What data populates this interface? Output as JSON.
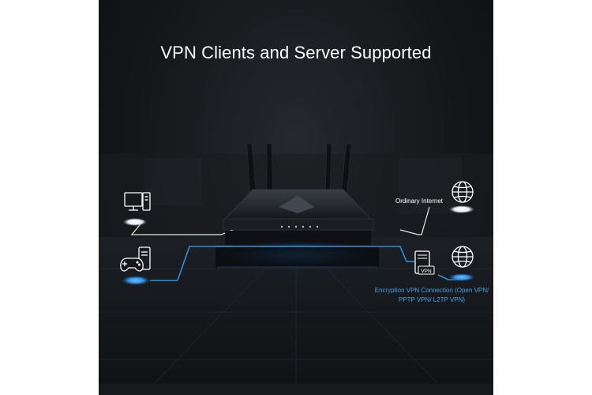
{
  "headline": "VPN Clients and Server Supported",
  "labels": {
    "ordinary_internet": "Ordinary Internet",
    "encryption_vpn": "Encryption VPN Connection (Open VPN/ PPTP VPN/ L2TP VPN)",
    "vpn_badge": "VPN"
  },
  "icons": {
    "desktop": "desktop-computer-icon",
    "gaming": "gaming-console-icon",
    "globe_top": "globe-icon",
    "globe_bottom": "globe-icon",
    "vpn_server": "vpn-server-icon",
    "router": "wifi-router"
  },
  "colors": {
    "background": "#15171a",
    "white_line": "#e8e8e8",
    "vpn_blue": "#2f8fe0",
    "vpn_text": "#3fa2ea"
  }
}
